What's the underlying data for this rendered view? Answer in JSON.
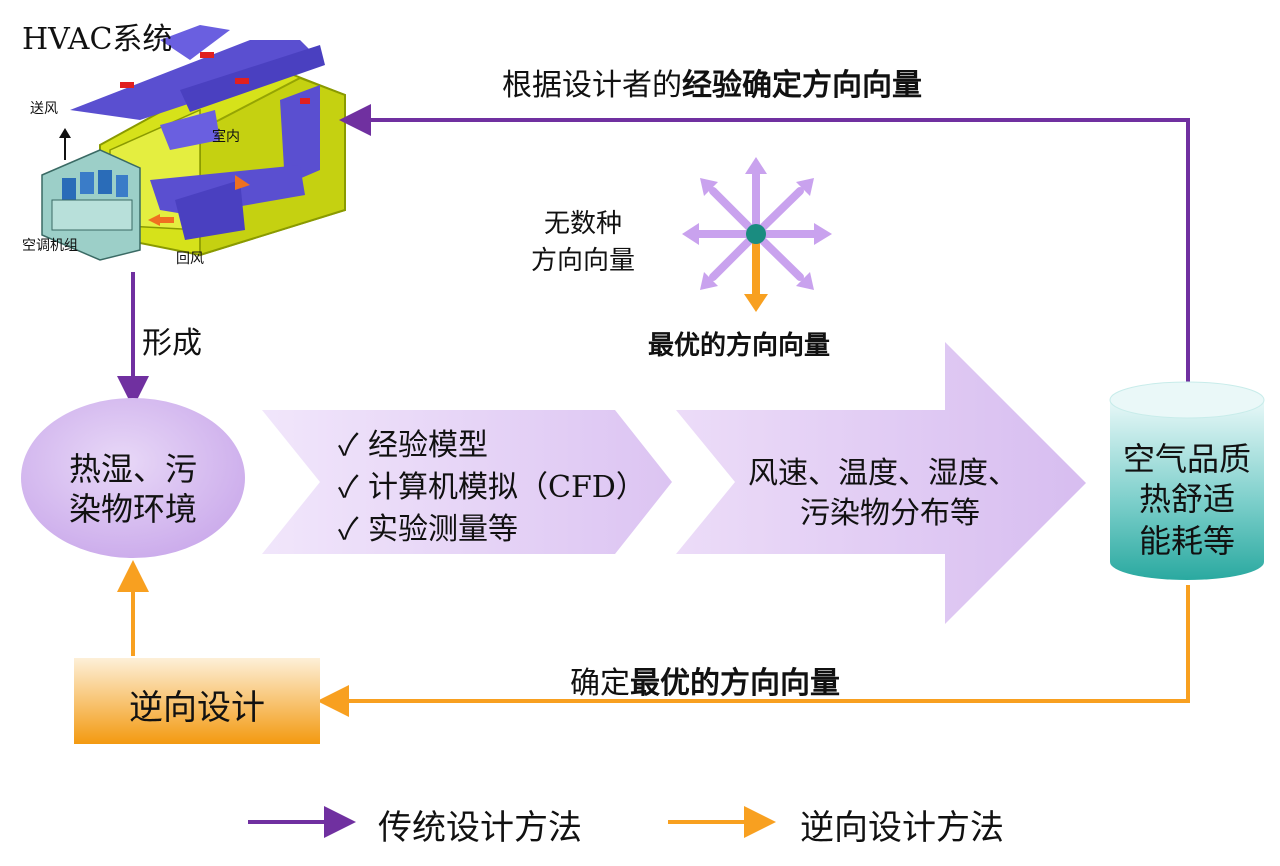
{
  "hvac": {
    "title": "HVAC系统",
    "label_supply": "送风",
    "label_room": "室内",
    "label_unit": "空调机组",
    "label_return": "回风"
  },
  "top_arrow_label": {
    "normal": "根据设计者的",
    "bold": "经验确定方向向量"
  },
  "star": {
    "label_line1": "无数种",
    "label_line2": "方向向量",
    "optimal_label": "最优的方向向量"
  },
  "form_label": "形成",
  "ellipse": {
    "line1": "热湿、污",
    "line2": "染物环境"
  },
  "methods": {
    "items": [
      "✓ 经验模型",
      "✓ 计算机模拟（CFD）",
      "✓ 实验测量等"
    ]
  },
  "results": {
    "line1": "风速、温度、湿度、",
    "line2": "污染物分布等"
  },
  "cylinder": {
    "line1": "空气品质",
    "line2": "热舒适",
    "line3": "能耗等"
  },
  "bottom_arrow_label": {
    "normal": "确定",
    "bold": "最优的方向向量"
  },
  "inverse_box": "逆向设计",
  "legend": {
    "traditional": "传统设计方法",
    "inverse": "逆向设计方法"
  },
  "colors": {
    "purple": "#7030a0",
    "orange": "#f8a020",
    "lavender": "#d9bef0",
    "teal": "#2aa9a0"
  }
}
